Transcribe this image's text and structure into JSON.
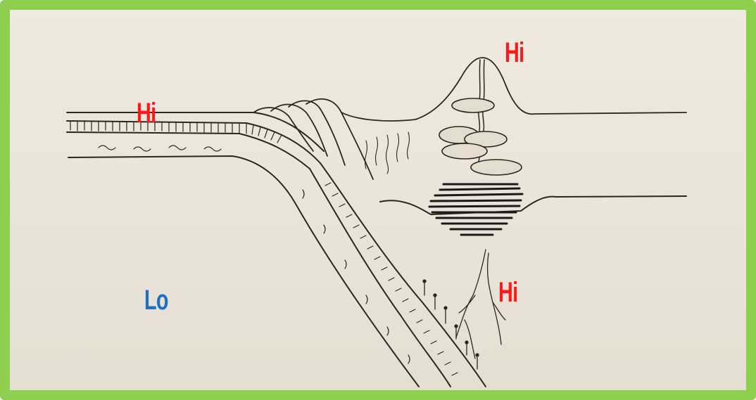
{
  "labels": {
    "hi_left": "Hi",
    "hi_top": "Hi",
    "hi_bottom": "Hi",
    "lo": "Lo"
  },
  "colors": {
    "hi": "#ff1a1a",
    "lo": "#1f6fc4",
    "frame": "#8fcf4f",
    "ink": "#2b2621"
  }
}
